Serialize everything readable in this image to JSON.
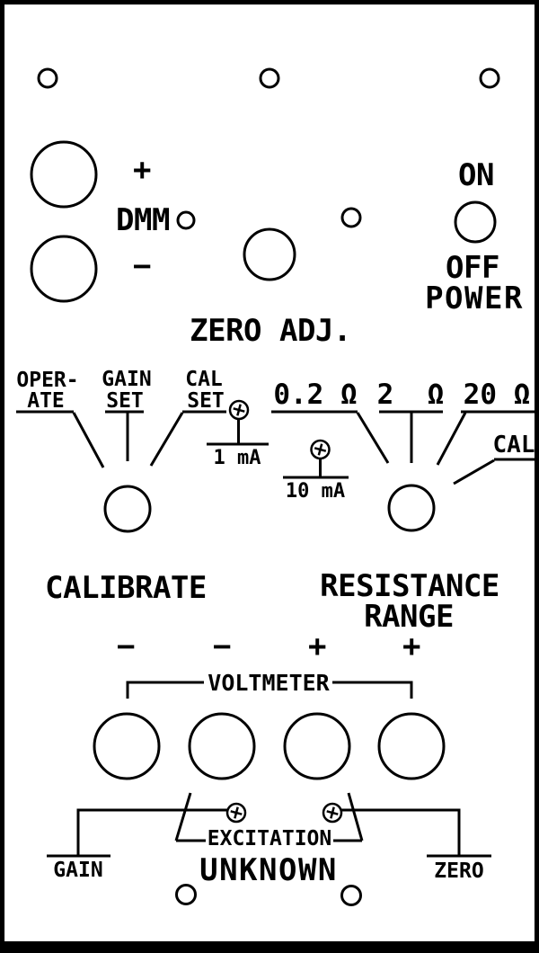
{
  "colors": {
    "ink": "#000000",
    "panel": "#ffffff"
  },
  "dmm": {
    "label": "DMM",
    "plus": "+",
    "minus": "−"
  },
  "power": {
    "on": "ON",
    "off": "OFF",
    "label": "POWER"
  },
  "zero_adj": {
    "label": "ZERO ADJ."
  },
  "calibrate_switch": {
    "operate_line1": "OPER-",
    "operate_line2": "ATE",
    "gain_set_line1": "GAIN",
    "gain_set_line2": "SET",
    "cal_set_line1": "CAL",
    "cal_set_line2": "SET",
    "label": "CALIBRATE"
  },
  "test_current": {
    "one_ma": "1 mA",
    "ten_ma": "10 mA"
  },
  "range_switch": {
    "r_02": "0.2 Ω",
    "r_2": "2  Ω",
    "r_20": "20 Ω",
    "cal": "CAL",
    "label_line1": "RESISTANCE",
    "label_line2": "RANGE"
  },
  "voltmeter": {
    "label": "VOLTMETER",
    "neg_outer": "−",
    "neg_inner": "−",
    "pos_inner": "+",
    "pos_outer": "+"
  },
  "bottom": {
    "excitation": "EXCITATION",
    "unknown": "UNKNOWN",
    "gain": "GAIN",
    "zero": "ZERO"
  }
}
